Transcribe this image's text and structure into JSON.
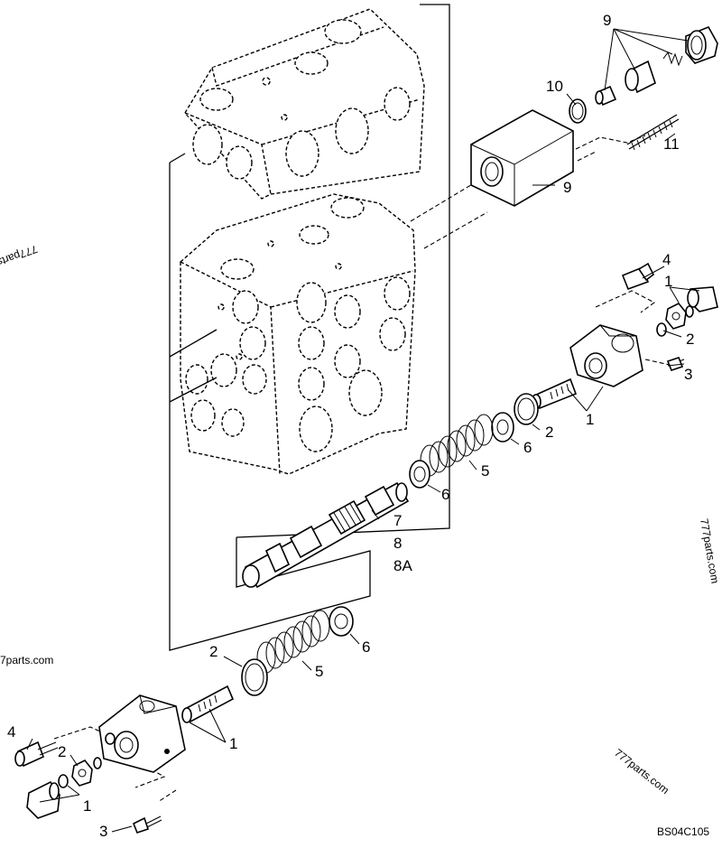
{
  "diagram": {
    "callouts": {
      "c9_top": "9",
      "c10": "10",
      "c11": "11",
      "c9_block": "9",
      "c4_right": "4",
      "c1_right_top": "1",
      "c2_right_top": "2",
      "c3_right": "3",
      "c1_right_mid": "1",
      "c2_right_mid": "2",
      "c6_right_a": "6",
      "c5_right": "5",
      "c6_right_b": "6",
      "c7": "7",
      "c8": "8",
      "c8a": "8A",
      "c2_lower": "2",
      "c5_lower": "5",
      "c6_lower": "6",
      "c1_lower": "1",
      "c4_left": "4",
      "c2_left": "2",
      "c1_left": "1",
      "c3_left": "3"
    },
    "watermarks": {
      "left_mirrored": "777parts",
      "right_vertical": "777parts.com",
      "left_edge": "7parts.com",
      "bottom_right": "777parts.com"
    },
    "drawing_code": "BS04C105"
  }
}
